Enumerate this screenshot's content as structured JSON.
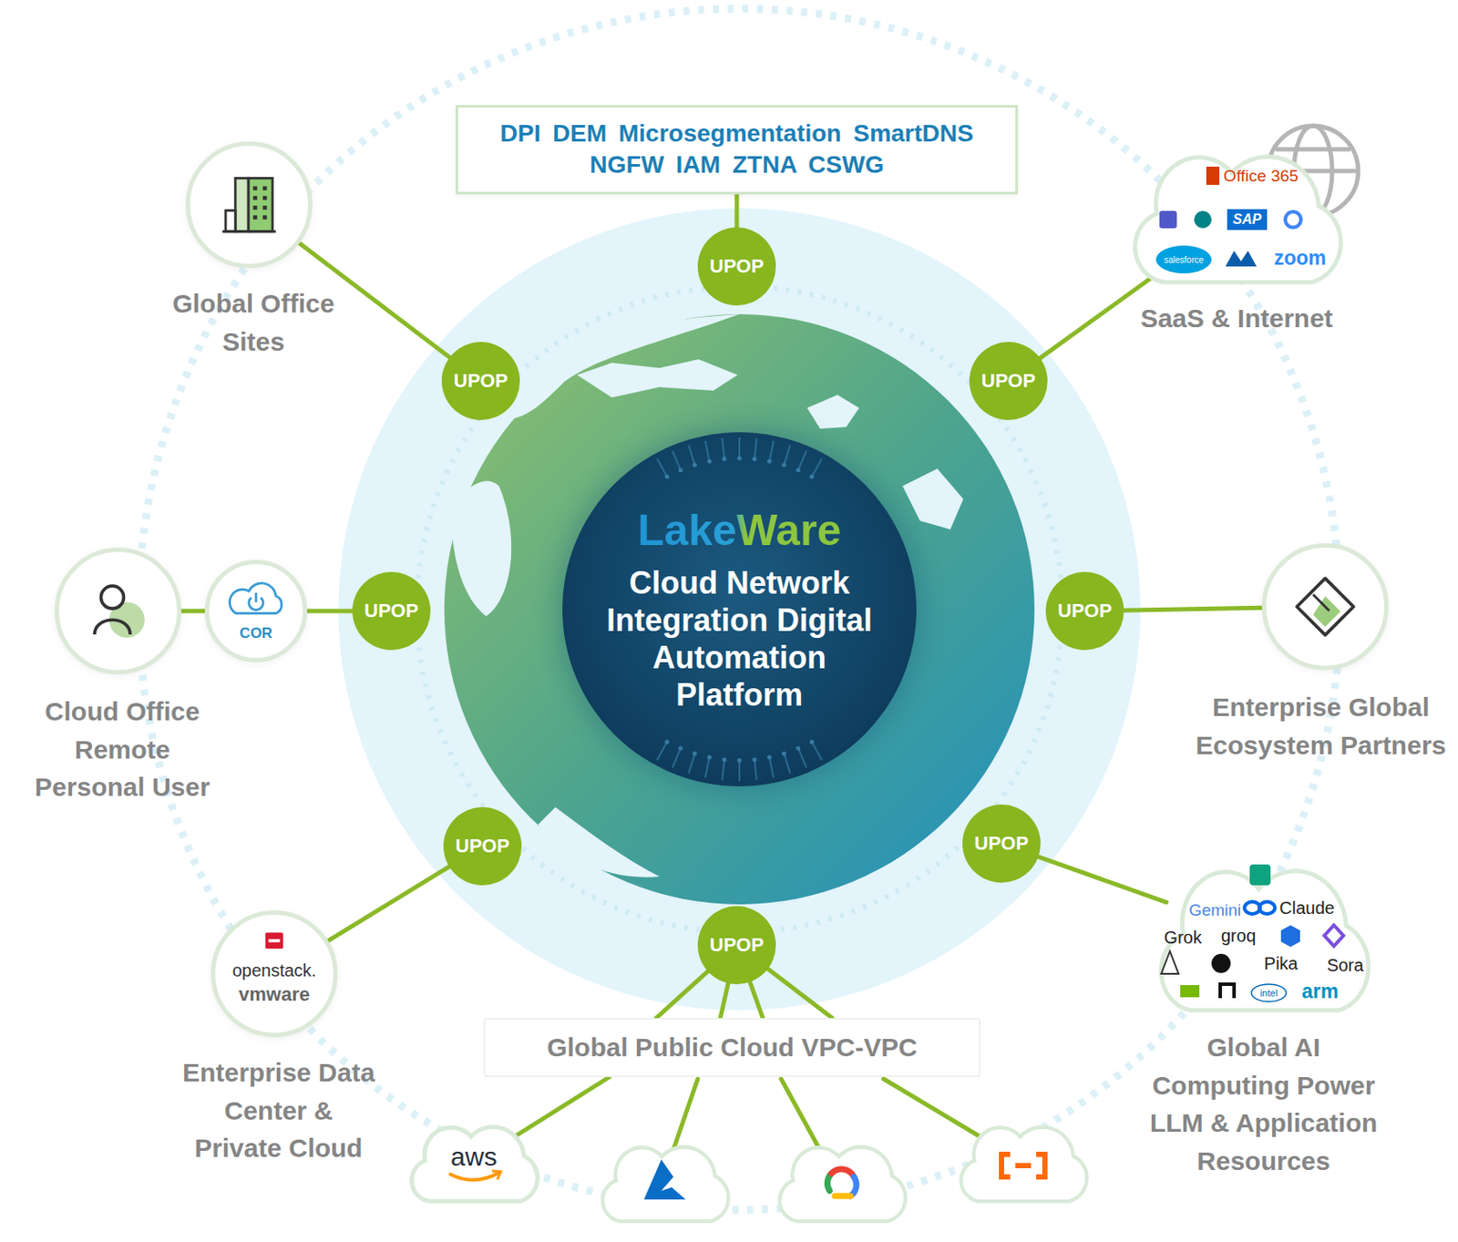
{
  "diagram": {
    "nodes": [
      {
        "text": [
          "DPI DEM Microsegmentation SmartDNS NGFW IAM ZTNA CSWG"
        ]
      },
      {
        "text": [
          "UPOP"
        ]
      },
      {
        "text": [
          "Global Office Sites"
        ]
      },
      {
        "text": [
          "Office 365",
          "SAP",
          "salesforce",
          "zoom",
          "SaaS & Internet"
        ]
      },
      {
        "text": [
          "UPOP"
        ]
      },
      {
        "text": [
          "UPOP"
        ]
      },
      {
        "text": [
          "LakeWare",
          "Cloud Network Integration Digital Automation Platform"
        ]
      },
      {
        "text": [
          "Cloud Office Remote Personal User"
        ]
      },
      {
        "text": [
          "COR"
        ]
      },
      {
        "text": [
          "UPOP"
        ]
      },
      {
        "text": [
          "UPOP"
        ]
      },
      {
        "text": [
          "Enterprise Global Ecosystem Partners"
        ]
      },
      {
        "text": [
          "UPOP"
        ]
      },
      {
        "text": [
          "UPOP"
        ]
      },
      {
        "text": [
          "UPOP"
        ]
      },
      {
        "text": [
          "openstack.",
          "vmware",
          "Enterprise Data Center & Private Cloud"
        ]
      },
      {
        "text": [
          "Gemini",
          "Claude",
          "Grok",
          "groq",
          "Pika",
          "Sora",
          "intel",
          "arm",
          "Global AI Computing Power LLM & Application Resources"
        ]
      },
      {
        "text": [
          "Global Public Cloud VPC-VPC"
        ]
      },
      {
        "text": [
          "aws"
        ]
      }
    ],
    "edges": [
      {
        "from": 0,
        "to": 1,
        "arrow": "none"
      },
      {
        "from": 2,
        "to": 4,
        "arrow": "none"
      },
      {
        "from": 3,
        "to": 5,
        "arrow": "none"
      },
      {
        "from": 7,
        "to": 8,
        "arrow": "none"
      },
      {
        "from": 8,
        "to": 9,
        "arrow": "none"
      },
      {
        "from": 10,
        "to": 11,
        "arrow": "none"
      },
      {
        "from": 12,
        "to": 15,
        "arrow": "none"
      },
      {
        "from": 13,
        "to": 16,
        "arrow": "none"
      },
      {
        "from": 14,
        "to": 17,
        "arrow": "none"
      },
      {
        "from": 14,
        "to": 17,
        "arrow": "none"
      },
      {
        "from": 14,
        "to": 17,
        "arrow": "none"
      },
      {
        "from": 14,
        "to": 17,
        "arrow": "none"
      },
      {
        "from": 17,
        "to": 18,
        "arrow": "none"
      }
    ]
  }
}
